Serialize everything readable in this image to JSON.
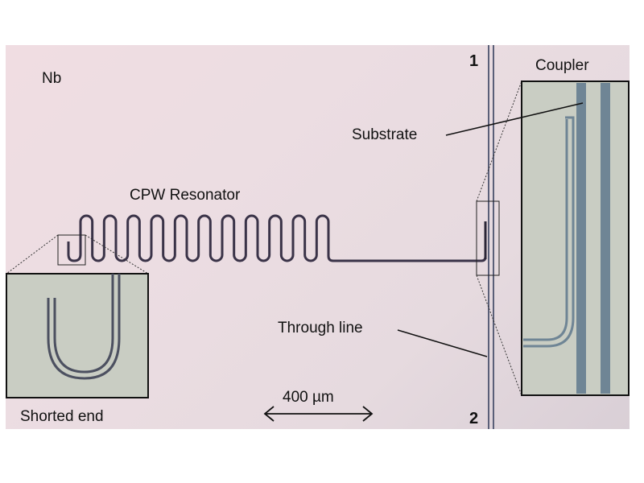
{
  "figure": {
    "type": "optical-micrograph",
    "labels": {
      "material": "Nb",
      "resonator": "CPW Resonator",
      "substrate": "Substrate",
      "coupler": "Coupler",
      "through_line": "Through line",
      "shorted_end": "Shorted end",
      "port_1": "1",
      "port_2": "2",
      "scale_bar": "400 µm"
    },
    "scale_bar_length_um": 400,
    "meander_humps": 11,
    "insets": [
      {
        "name": "shorted-end-inset",
        "caption": "Shorted end"
      },
      {
        "name": "coupler-inset",
        "caption": "Coupler"
      }
    ],
    "colors": {
      "background_nb": "#ecdde2",
      "inset_bg": "#c9cdc3",
      "trace": "#3a3348",
      "through_line": "#5a5f78",
      "inset_conductor": "#6f8595"
    }
  }
}
